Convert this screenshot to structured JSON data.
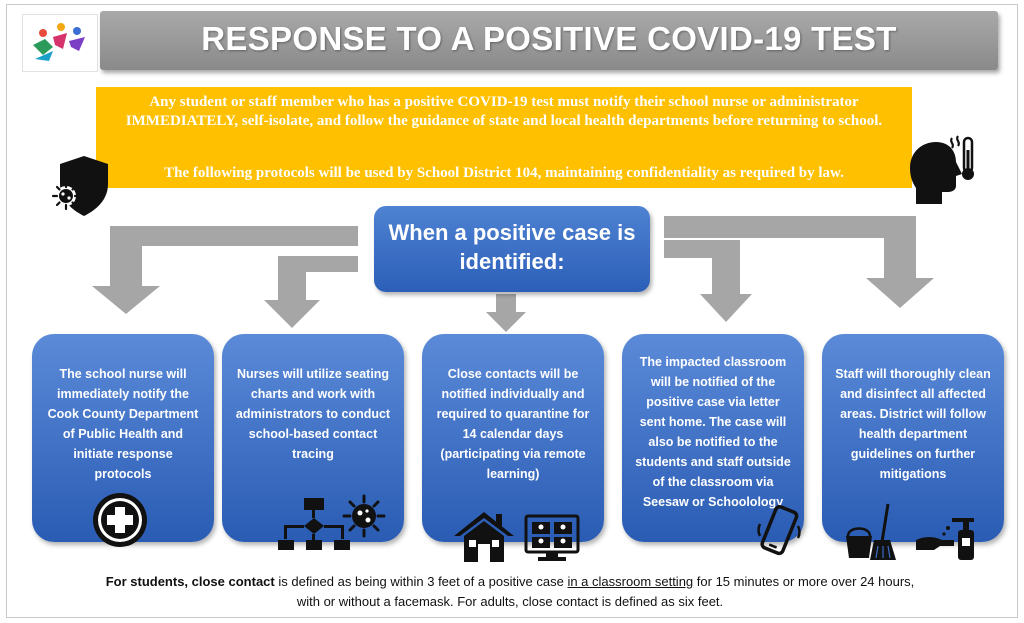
{
  "header": {
    "title": "RESPONSE TO A POSITIVE COVID-19 TEST"
  },
  "notice": {
    "paragraph1": "Any student or staff member who has a positive COVID-19 test must notify their school nurse or administrator IMMEDIATELY, self-isolate, and follow the guidance of state and local health departments before returning to school.",
    "paragraph2": "The following protocols will be used by School District 104, maintaining confidentiality as required by law."
  },
  "center": {
    "label": "When a positive case is identified:"
  },
  "steps": [
    {
      "text": "The school nurse will immediately notify the Cook County Department of Public Health and initiate response protocols",
      "icons": [
        "medical-cross-icon"
      ]
    },
    {
      "text": "Nurses will utilize seating charts and work with administrators to conduct school-based contact tracing",
      "icons": [
        "flowchart-icon",
        "virus-icon"
      ]
    },
    {
      "text": "Close contacts will be notified individually and required to quarantine for 14 calendar days (participating via remote learning)",
      "icons": [
        "house-icon",
        "video-call-icon"
      ]
    },
    {
      "text": "The impacted classroom will be notified of the positive case via letter sent home. The case will also be notified to the students and staff outside of the classroom via Seesaw or Schoolology",
      "icons": [
        "phone-icon"
      ]
    },
    {
      "text": "Staff will thoroughly clean and disinfect all affected areas. District will follow health department guidelines on further mitigations",
      "icons": [
        "bucket-broom-icon",
        "hand-sanitizer-icon"
      ]
    }
  ],
  "footer": {
    "part1": "For students, close contact",
    "part2": " is defined as being within 3 feet of a positive case ",
    "part3": "in a classroom setting",
    "part4": " for 15 minutes or more over 24 hours,",
    "line2": "with or without a facemask. For adults, close contact is defined as six feet."
  },
  "colors": {
    "banner": "#9a9a9a",
    "notice": "#ffc000",
    "card": "#3a6cc4",
    "arrow": "#a6a6a6"
  },
  "icons": {
    "logo": "district-logo",
    "shield": "virus-shield-icon",
    "fever": "fever-head-icon"
  }
}
